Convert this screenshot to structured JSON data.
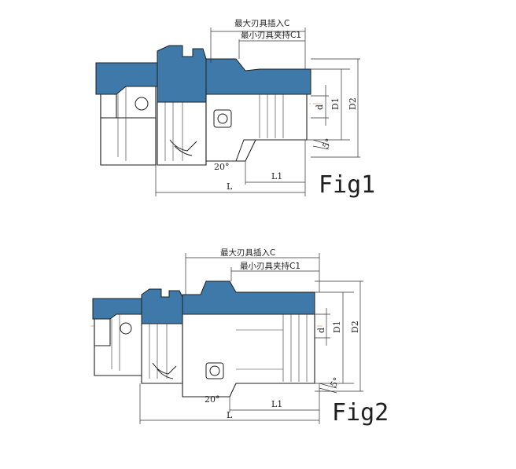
{
  "colors": {
    "accent_blue": "#3f79a9",
    "line": "#1e1e1e",
    "center_line": "#e0a07a"
  },
  "fig1": {
    "max_insert": "最大刃具插入C",
    "min_clamp": "最小刃具夹持C1",
    "d": "d",
    "D1": "D1",
    "D2": "D2",
    "angle5": "5°",
    "angle20": "20°",
    "L1": "L1",
    "L": "L",
    "caption": "Fig1"
  },
  "fig2": {
    "max_insert": "最大刃具插入C",
    "min_clamp": "最小刃具夹持C1",
    "d": "d",
    "D1": "D1",
    "D2": "D2",
    "angle5": "5°",
    "angle20": "20°",
    "L1": "L1",
    "L": "L",
    "caption": "Fig2"
  }
}
